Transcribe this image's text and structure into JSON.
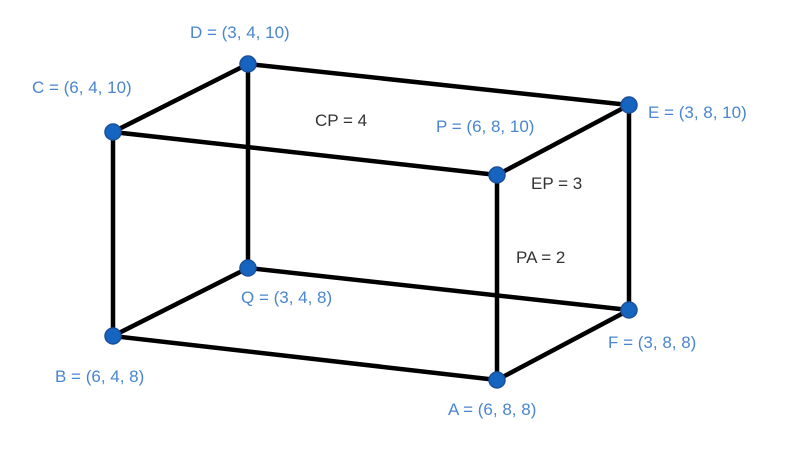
{
  "colors": {
    "point_fill": "#1565c0",
    "point_label": "#4a86cf",
    "edge": "#000000",
    "measure_label": "#333333"
  },
  "points": {
    "A": {
      "label": "A = (6, 8, 8)"
    },
    "B": {
      "label": "B = (6, 4, 8)"
    },
    "C": {
      "label": "C = (6, 4, 10)"
    },
    "D": {
      "label": "D = (3, 4, 10)"
    },
    "E": {
      "label": "E = (3, 8, 10)"
    },
    "F": {
      "label": "F = (3, 8, 8)"
    },
    "P": {
      "label": "P = (6, 8, 10)"
    },
    "Q": {
      "label": "Q = (3, 4, 8)"
    }
  },
  "edges": [
    [
      "C",
      "P"
    ],
    [
      "P",
      "E"
    ],
    [
      "E",
      "D"
    ],
    [
      "D",
      "C"
    ],
    [
      "B",
      "A"
    ],
    [
      "A",
      "F"
    ],
    [
      "F",
      "Q"
    ],
    [
      "Q",
      "B"
    ],
    [
      "C",
      "B"
    ],
    [
      "P",
      "A"
    ],
    [
      "E",
      "F"
    ],
    [
      "D",
      "Q"
    ]
  ],
  "measurements": {
    "cp": "CP = 4",
    "ep": "EP = 3",
    "pa": "PA = 2"
  }
}
